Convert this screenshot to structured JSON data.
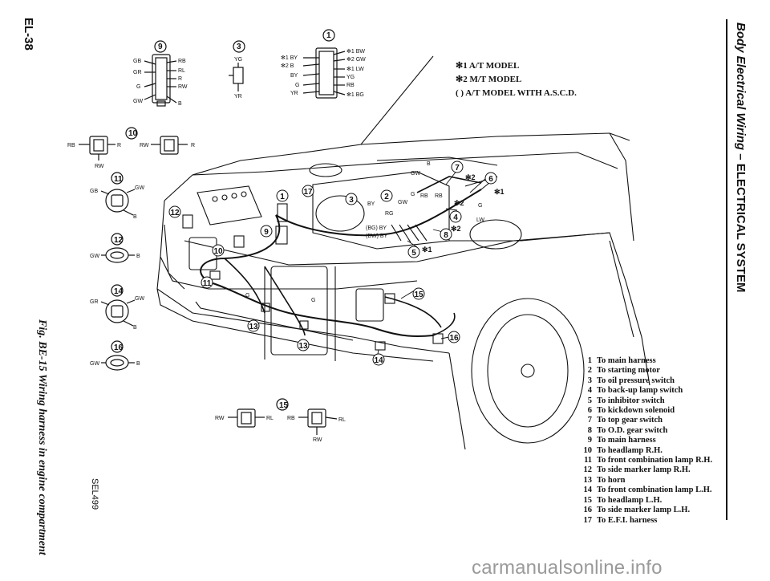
{
  "page_number": "EL-38",
  "section_title": {
    "part1": "Body Electrical Wiring",
    "sep": " – ",
    "part2": "ELECTRICAL SYSTEM"
  },
  "figure_caption": "Fig. BE-15 Wiring harness in engine compartment",
  "figure_code": "SEL499",
  "model_notes": [
    "✻1 A/T MODEL",
    "✻2 M/T MODEL",
    "( ) A/T MODEL WITH A.S.C.D."
  ],
  "legend": [
    {
      "num": "1",
      "text": "To main harness"
    },
    {
      "num": "2",
      "text": "To starting motor"
    },
    {
      "num": "3",
      "text": "To oil pressure switch"
    },
    {
      "num": "4",
      "text": "To back-up lamp switch"
    },
    {
      "num": "5",
      "text": "To inhibitor switch"
    },
    {
      "num": "6",
      "text": "To kickdown solenoid"
    },
    {
      "num": "7",
      "text": "To top gear switch"
    },
    {
      "num": "8",
      "text": "To O.D. gear switch"
    },
    {
      "num": "9",
      "text": "To main harness"
    },
    {
      "num": "10",
      "text": "To headlamp R.H."
    },
    {
      "num": "11",
      "text": "To front combination lamp R.H."
    },
    {
      "num": "12",
      "text": "To side marker lamp R.H."
    },
    {
      "num": "13",
      "text": "To horn"
    },
    {
      "num": "14",
      "text": "To front combination lamp L.H."
    },
    {
      "num": "15",
      "text": "To headlamp L.H."
    },
    {
      "num": "16",
      "text": "To side marker lamp L.H."
    },
    {
      "num": "17",
      "text": "To E.F.I. harness"
    }
  ],
  "connector_9": {
    "id": "9",
    "left_pins": [
      "GB",
      "GR",
      "G",
      "GW"
    ],
    "right_pins": [
      "RB",
      "RL",
      "R",
      "RW",
      "B"
    ]
  },
  "connector_3": {
    "id": "3",
    "pins": [
      "YG",
      "YR"
    ]
  },
  "connector_1": {
    "id": "1",
    "left_pins": [
      "✻1 BY",
      "✻2 B",
      "BY",
      "G",
      "YR"
    ],
    "right_pins": [
      "✻1 BW",
      "✻2 GW",
      "✻1 LW",
      "YG",
      "RB",
      "✻1 BG"
    ]
  },
  "connector_10": {
    "id": "10",
    "a_pins": [
      "RB",
      "R",
      "RW"
    ],
    "b_pins": [
      "RW",
      "R"
    ]
  },
  "connector_11": {
    "id": "11",
    "pins": [
      "GB",
      "GW",
      "B"
    ]
  },
  "connector_12": {
    "id": "12",
    "pins": [
      "GW",
      "B"
    ]
  },
  "connector_14": {
    "id": "14",
    "pins": [
      "GR",
      "GW",
      "B"
    ]
  },
  "connector_16": {
    "id": "16",
    "pins": [
      "GW",
      "B"
    ]
  },
  "connector_15": {
    "id": "15",
    "a_pins": [
      "RW",
      "RL"
    ],
    "b_pins": [
      "RB",
      "RL",
      "RW"
    ]
  },
  "callouts_in_car": [
    "1",
    "17",
    "3",
    "2",
    "7",
    "6",
    "4",
    "8",
    "5",
    "9",
    "12",
    "10",
    "11",
    "13",
    "13",
    "14",
    "15",
    "16"
  ],
  "wire_labels_car": [
    "GW",
    "B",
    "BY",
    "RB",
    "GW",
    "G",
    "RB",
    "RG",
    "(BG) BY",
    "(BW) BY",
    "LW",
    "G",
    "G",
    "G"
  ],
  "markers_car": [
    "✻2",
    "✻1",
    "✻2",
    "✻2",
    "✻1"
  ],
  "watermark": "carmanualsonline.info"
}
